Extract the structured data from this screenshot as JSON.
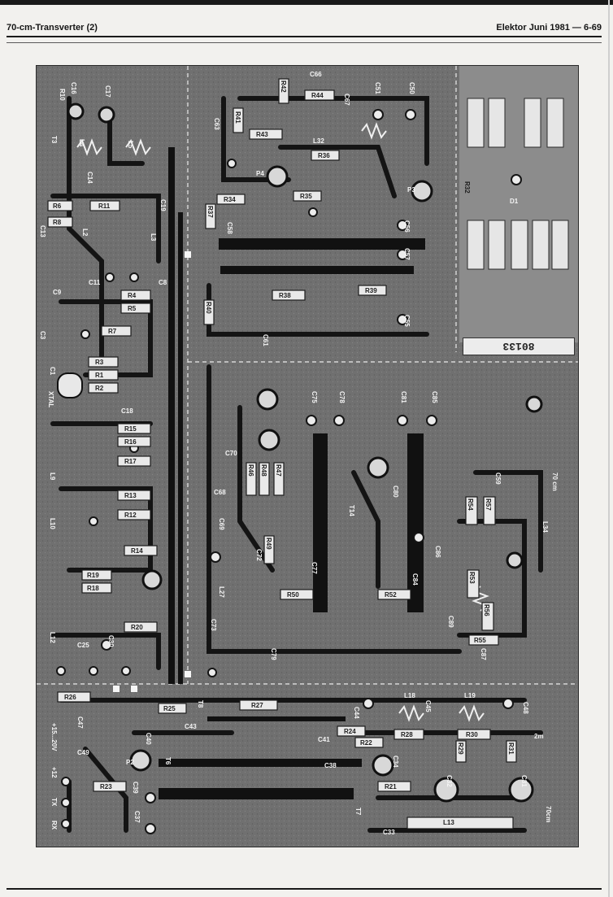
{
  "header": {
    "left": "70-cm-Transverter (2)",
    "right": "Elektor Juni 1981 — 6-69"
  },
  "board": {
    "reference": "80133",
    "labels": {
      "c16": "C16",
      "c17": "C17",
      "r10": "R10",
      "t3": "T3",
      "l4": "L4",
      "l5": "L5",
      "c14": "C14",
      "r6": "R6",
      "r11": "R11",
      "c19": "C19",
      "r8": "R8",
      "c13": "C13",
      "l2": "L2",
      "l3": "L3",
      "c11": "C11",
      "c8": "C8",
      "c9": "C9",
      "r4": "R4",
      "r5": "R5",
      "r7": "R7",
      "r3": "R3",
      "r1": "R1",
      "r2": "R2",
      "xtal": "XTAL",
      "c1": "C1",
      "c3": "C3",
      "c18": "C18",
      "r15": "R15",
      "r16": "R16",
      "r17": "R17",
      "l9": "L9",
      "r13": "R13",
      "r12": "R12",
      "l10": "L10",
      "r14": "R14",
      "r19": "R19",
      "r18": "R18",
      "r20": "R20",
      "l12": "L12",
      "c25": "C25",
      "c30": "C30",
      "r42": "R42",
      "c66": "C66",
      "r44": "R44",
      "c67": "C67",
      "c51": "C51",
      "c50": "C50",
      "r41": "R41",
      "r43": "R43",
      "l32": "L32",
      "c63": "C63",
      "r36": "R36",
      "r34": "R34",
      "r35": "R35",
      "p4": "P4",
      "r37": "R37",
      "c58": "C58",
      "c57": "C57",
      "c56": "C56",
      "r38": "R38",
      "r39": "R39",
      "r40": "R40",
      "c61": "C61",
      "c55": "C55",
      "p3": "P3",
      "r32": "R32",
      "d1": "D1",
      "c75": "C75",
      "c78": "C78",
      "c81": "C81",
      "c85": "C85",
      "c70": "C70",
      "c68": "C68",
      "c69": "C69",
      "r46": "R46",
      "r48": "R48",
      "r47": "R47",
      "r49": "R49",
      "l27": "L27",
      "c73": "C73",
      "c72": "C72",
      "r50": "R50",
      "c77": "C77",
      "c80": "C80",
      "r52": "R52",
      "c86": "C86",
      "c84": "C84",
      "c79": "C79",
      "t14": "T14",
      "c59": "C59",
      "r54": "R54",
      "r57": "R57",
      "l34": "L34",
      "cm70": "70 cm",
      "r53": "R53",
      "r56": "R56",
      "r55": "R55",
      "c87": "C87",
      "c89": "C89",
      "r26": "R26",
      "r25": "R25",
      "r27": "R27",
      "c43": "C43",
      "l18": "L18",
      "l19": "L19",
      "c44": "C44",
      "c45": "C45",
      "c48": "C48",
      "r24": "R24",
      "r28": "R28",
      "r30": "R30",
      "r22": "R22",
      "r29": "R29",
      "r31": "R31",
      "m2": "2m",
      "c41": "C41",
      "c38": "C38",
      "c34": "C34",
      "r21": "R21",
      "c32": "C32",
      "c31": "C31",
      "r23": "R23",
      "c39": "C39",
      "c37": "C37",
      "c49": "C49",
      "c47": "C47",
      "t7": "T7",
      "t8": "T8",
      "t6": "T6",
      "c33": "C33",
      "l13": "L13",
      "p2": "P2",
      "c40": "C40",
      "tx": "TX",
      "rx": "RX",
      "plus12": "+12",
      "plus15": "+15...20V",
      "tx2": "70cm"
    }
  }
}
